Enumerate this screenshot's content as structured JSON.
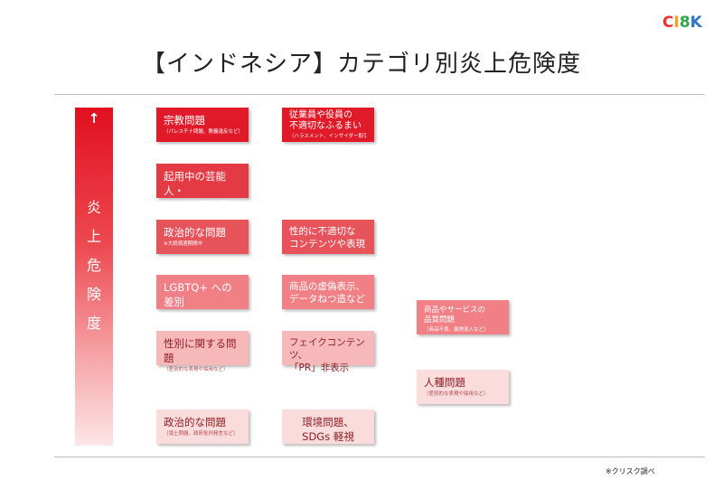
{
  "logo": {
    "c1": "C",
    "c2": "I",
    "c3": "8",
    "c4": "K"
  },
  "title": "【インドネシア】カテゴリ別炎上危険度",
  "axis": {
    "arrow": "↑",
    "label": "炎\n上\n危\n険\n度"
  },
  "boxes": {
    "religion": {
      "main": "宗教問題",
      "sub": "（パレスチナ問題、教義違反など）"
    },
    "staff": {
      "main": "従業員や役員の\n不適切なふるまい",
      "sub": "（ハラスメント、インサイダー取引など）"
    },
    "celebrity": {
      "main": "起用中の芸能人・\nKOL の不祥事",
      "sub": ""
    },
    "politics_high": {
      "main": "政治的な問題",
      "sub": "※大統領選期間中"
    },
    "sexual": {
      "main": "性的に不適切な\nコンテンツや表現",
      "sub": ""
    },
    "lgbtq": {
      "main": "LGBTQ+ への\n差別",
      "sub": ""
    },
    "false_label": {
      "main": "商品の虚偽表示、\nデータねつ造など",
      "sub": ""
    },
    "quality": {
      "main": "商品やサービスの\n品質問題",
      "sub": "（商品不良、異物混入など）"
    },
    "gender": {
      "main": "性別に関する問題",
      "sub": "（差別的な表現や採用など）"
    },
    "fake": {
      "main": "フェイクコンテンツ、\n「PR」非表示",
      "sub": ""
    },
    "race": {
      "main": "人種問題",
      "sub": "（差別的な表現や採用など）"
    },
    "politics_low": {
      "main": "政治的な問題",
      "sub": "（領土問題、政府批判発言など）"
    },
    "environment": {
      "main": "環境問題、\nSDGs 軽視",
      "sub": ""
    }
  },
  "note": "※クリスク調べ",
  "colors": {
    "level1": "#e01a28",
    "level2": "#e33a44",
    "level3": "#e6535b",
    "level4": "#f08085",
    "level5": "#f7b8ba",
    "level6": "#fbdcdc"
  }
}
